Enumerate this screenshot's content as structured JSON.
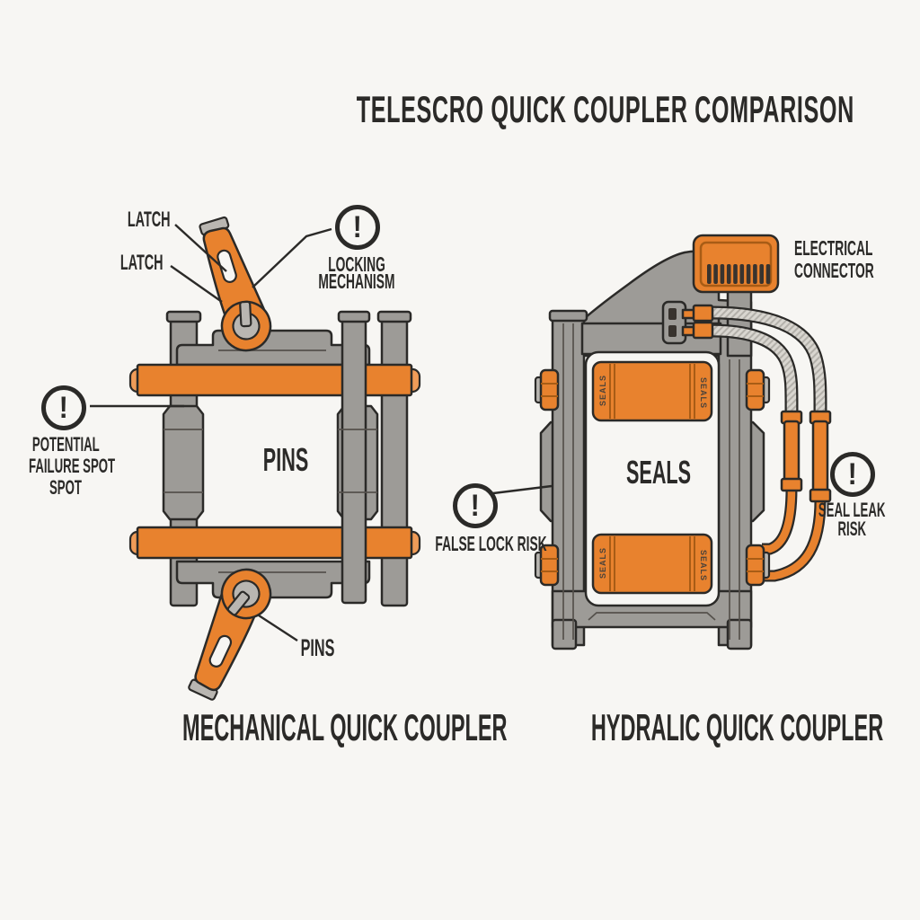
{
  "title": "TELESCRO QUICK COUPLER COMPARISON",
  "warning_glyph": "!",
  "left": {
    "caption": "MECHANICAL QUICK COUPLER",
    "labels": {
      "latch_top": "LATCH",
      "latch_mid": "LATCH",
      "locking": [
        "LOCKING",
        "MECHANISM"
      ],
      "failure": [
        "POTENTIAL",
        "FAILURE SPOT",
        "SPOT"
      ],
      "pins_center": "PINS",
      "pins_bottom": "PINS"
    }
  },
  "right": {
    "caption": "HYDRALIC QUICK COUPLER",
    "labels": {
      "electrical": [
        "ELECTRICAL",
        "CONNECTOR"
      ],
      "false_lock": "FALSE LOCK RISK",
      "seal_leak": [
        "SEAL LEAK",
        "RISK"
      ],
      "seals_center": "SEALS",
      "seal_stamp": "SEALS"
    }
  },
  "colors": {
    "orange": "#E8822E",
    "orange_cap": "#F09C58",
    "gray": "#9D9B97",
    "gray_light": "#B9B6B1",
    "outline": "#2B2A28",
    "bg": "#F7F6F3",
    "text": "#2B2A28",
    "seam": "#55514C"
  }
}
